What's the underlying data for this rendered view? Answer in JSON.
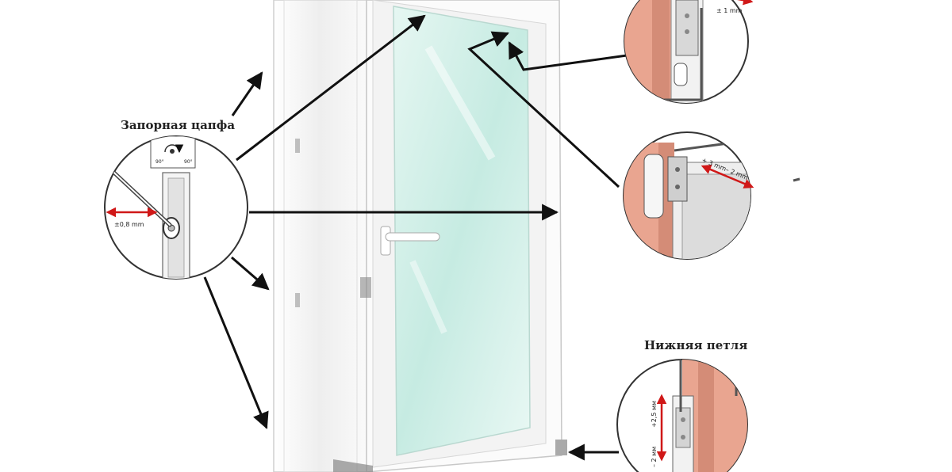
{
  "labels": {
    "left_callout": "Запорная цапфа",
    "bottom_callout": "Нижняя петля"
  },
  "measurements": {
    "cam_offset": "±0,8 mm",
    "top_hinge": "± 1 mm",
    "scissor_plus": "+ 3 mm",
    "scissor_minus": "– 2 mm",
    "bottom_plus": "+2,5 мм",
    "bottom_minus": "– 2 мм",
    "angle_left": "90°",
    "angle_right": "90°"
  },
  "colors": {
    "arrow": "#111111",
    "measure": "#d01818",
    "frame_pink": "#e9a590",
    "glass": "#cfeee6"
  }
}
